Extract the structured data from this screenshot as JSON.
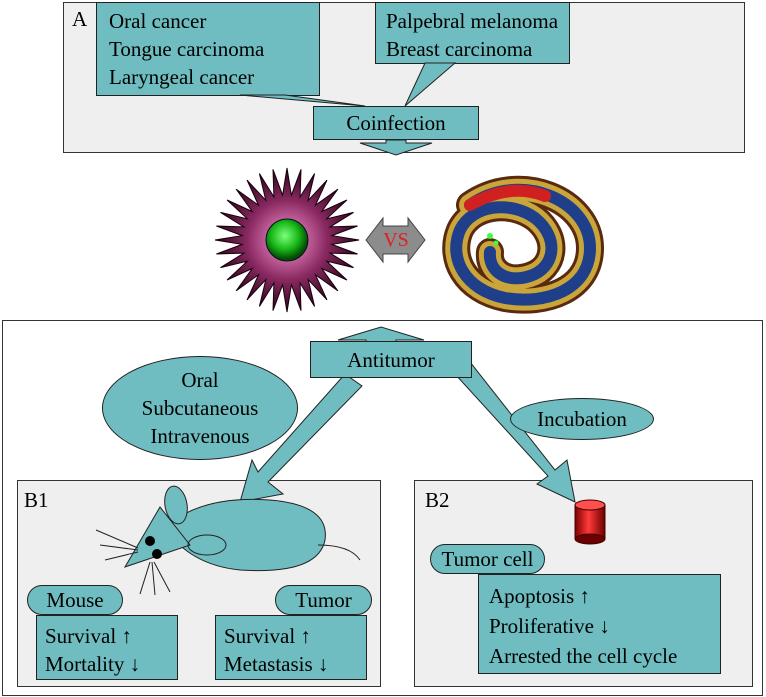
{
  "panel_a": {
    "label": "A",
    "left_box": [
      "Oral cancer",
      "Tongue carcinoma",
      "Laryngeal cancer"
    ],
    "right_box": [
      "Palpebral melanoma",
      "Breast carcinoma"
    ],
    "coinfection": "Coinfection"
  },
  "versus": "VS",
  "antitumor": "Antitumor",
  "routes": [
    "Oral",
    "Subcutaneous",
    "Intravenous"
  ],
  "incubation": "Incubation",
  "panel_b1": {
    "label": "B1",
    "mouse_tag": "Mouse",
    "mouse_items": [
      "Survival ↑",
      "Mortality ↓"
    ],
    "tumor_tag": "Tumor",
    "tumor_items": [
      "Survival ↑",
      "Metastasis ↓"
    ]
  },
  "panel_b2": {
    "label": "B2",
    "tumor_cell_tag": "Tumor cell",
    "items": [
      "Apoptosis ↑",
      "Proliferative ↓",
      "Arrested the cell cycle"
    ]
  },
  "colors": {
    "teal": "#6fbdc1",
    "panel_bg": "#efefef",
    "vs_text": "#e02020",
    "arrow_grey": "#8c8c8c"
  }
}
